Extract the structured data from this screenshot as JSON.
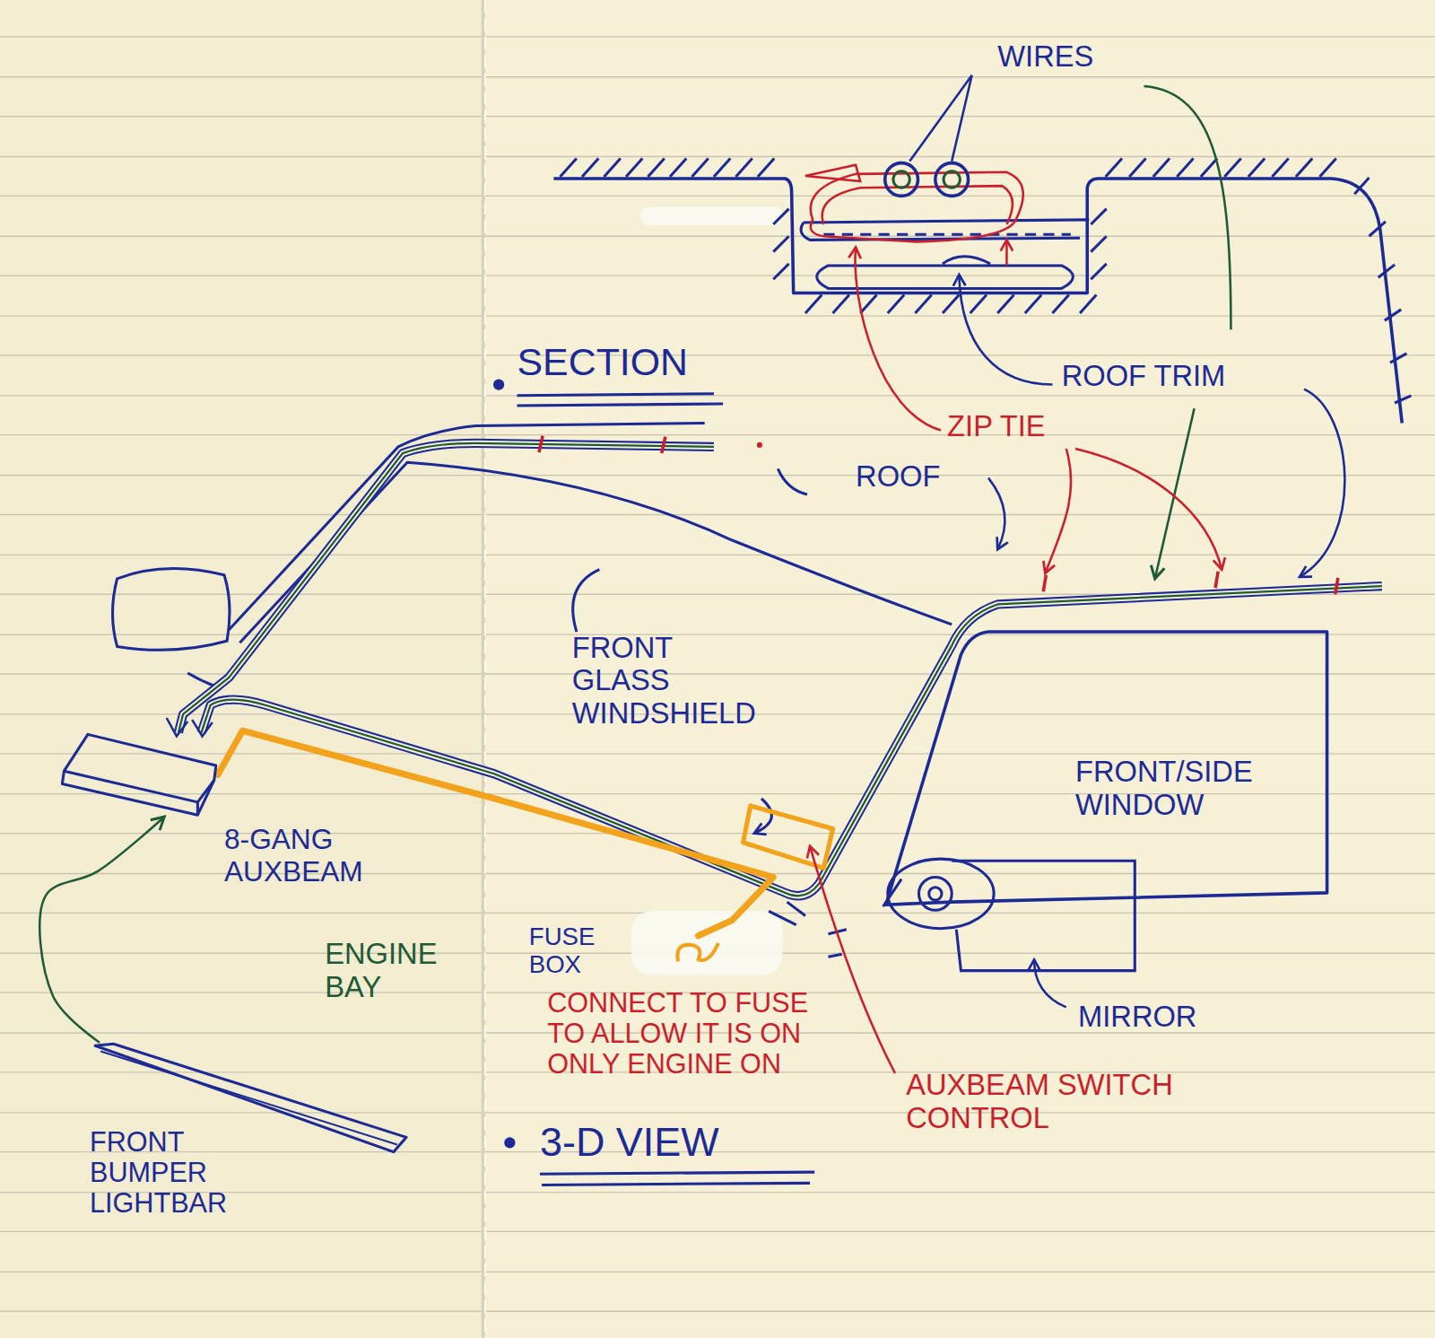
{
  "diagram": {
    "nodes": [
      {
        "text": [
          "FRONT/SIDE WINDOW"
        ]
      },
      {
        "text": [
          "8-GANG AUXBEAM"
        ]
      },
      {
        "text": [
          "FUSE BOX"
        ]
      },
      {
        "text": [
          "FRONT BUMPER LIGHTBAR"
        ]
      }
    ],
    "edges": [
      {
        "from": 3,
        "to": 1,
        "arrow": "to"
      },
      {
        "from": 1,
        "to": 2,
        "arrow": "none"
      }
    ],
    "labels": [
      "WIRES",
      "SECTION",
      "ROOF TRIM",
      "ZIP TIE",
      "ROOF",
      "FRONT GLASS WINDSHIELD",
      "ENGINE BAY",
      "CONNECT TO FUSE TO ALLOW IT IS ON ONLY ENGINE ON",
      "AUXBEAM SWITCH CONTROL",
      "MIRROR",
      "3-D VIEW"
    ]
  }
}
